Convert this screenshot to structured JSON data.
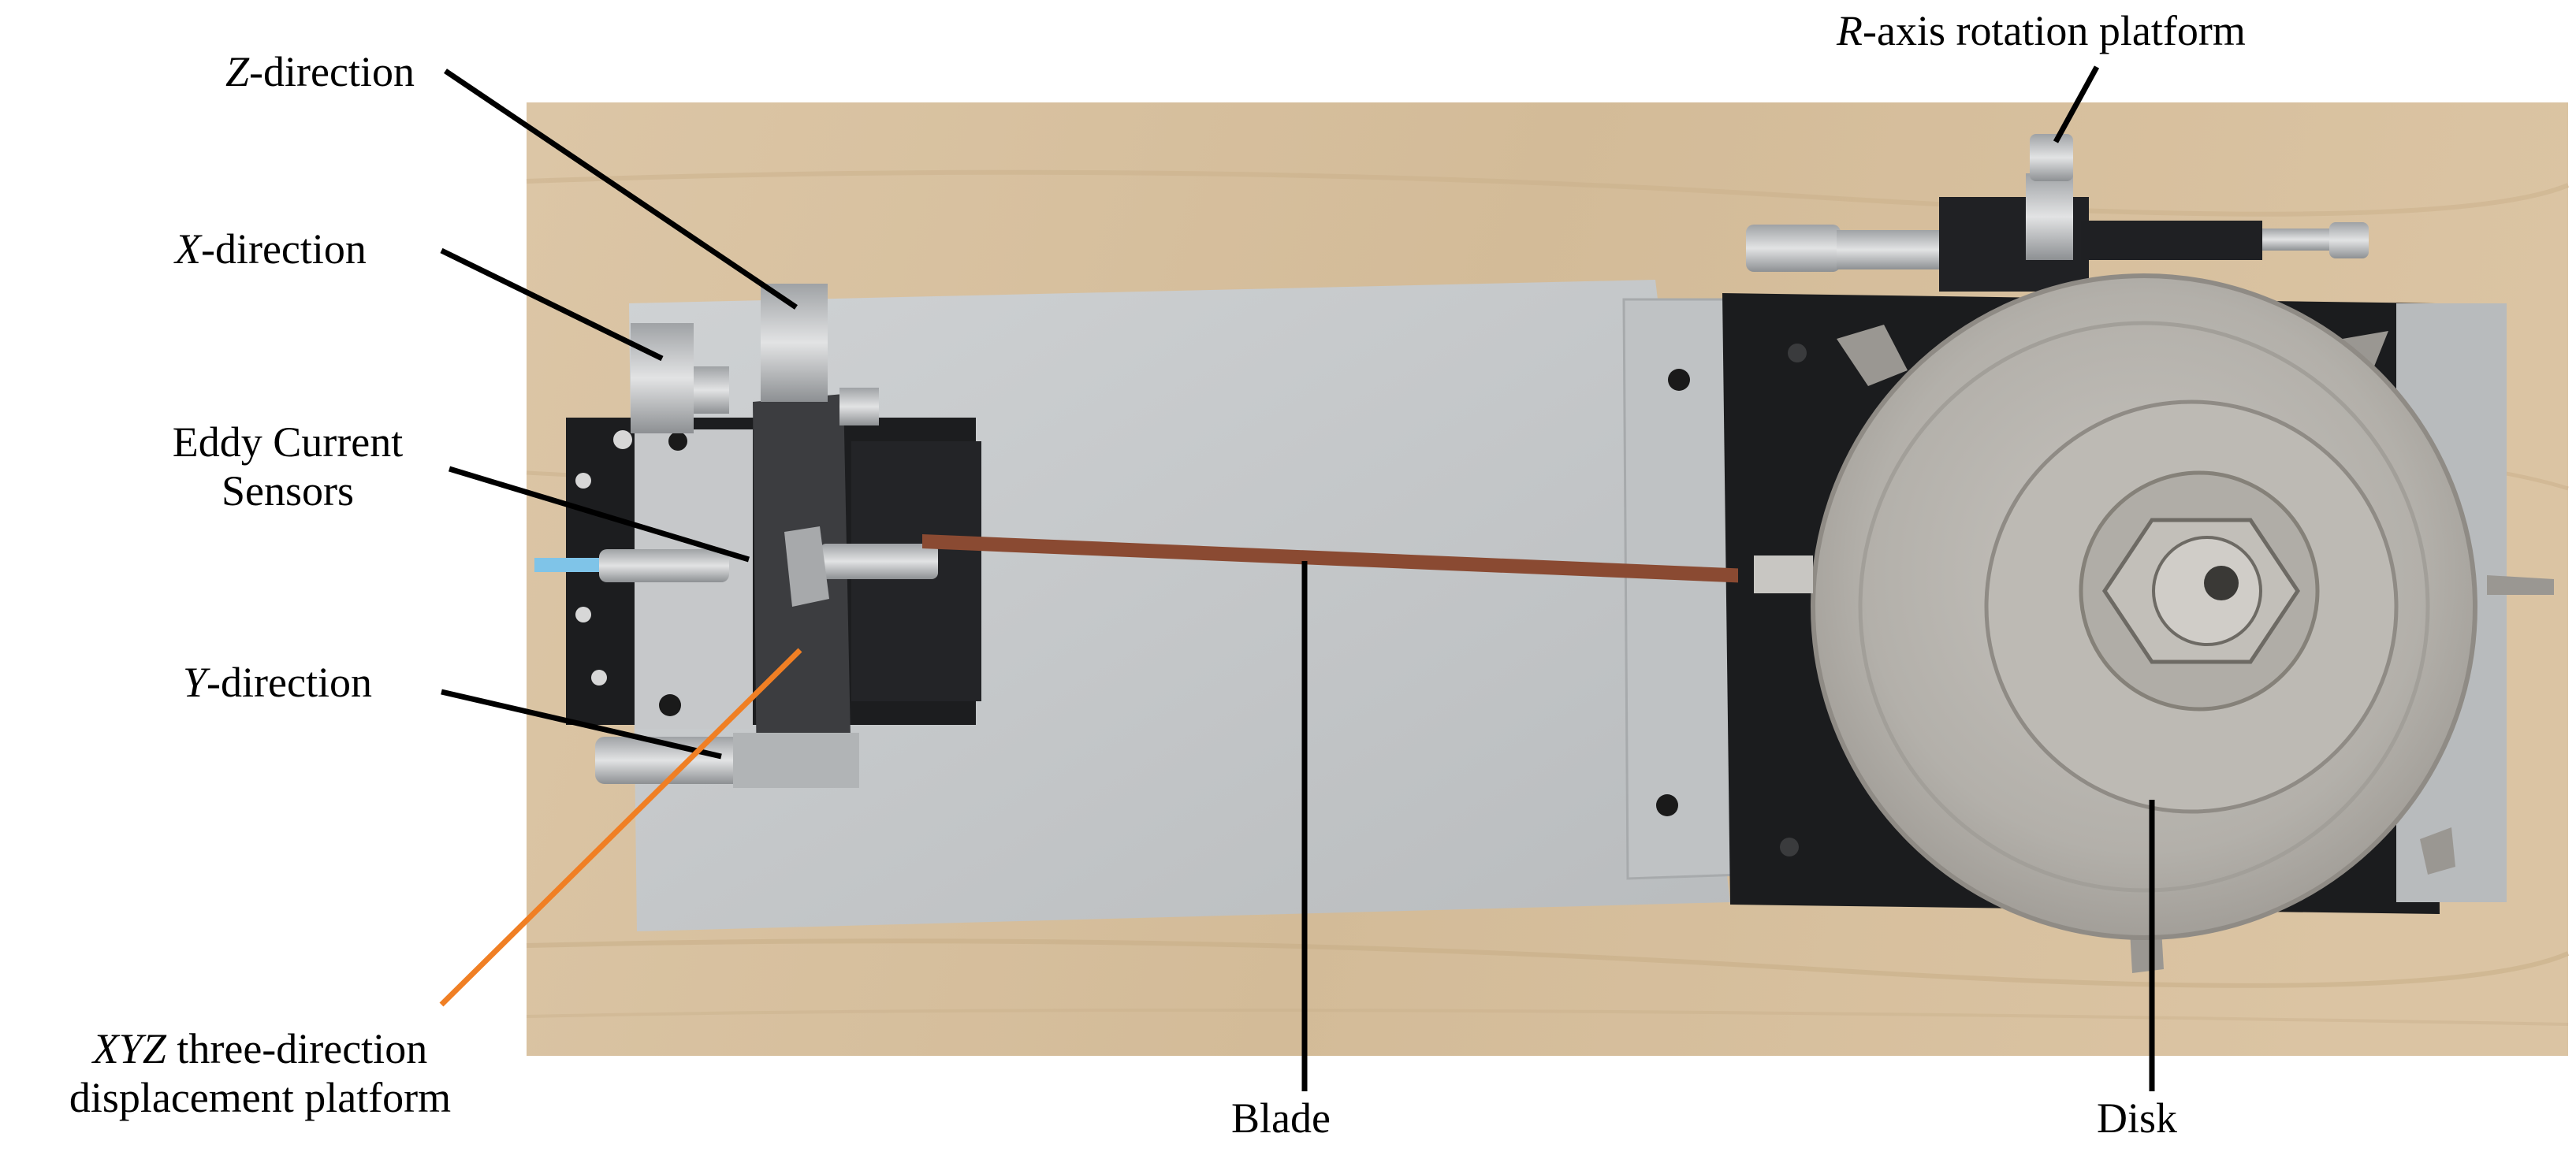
{
  "labels": {
    "z_direction": {
      "italic": "Z",
      "rest": "-direction"
    },
    "x_direction": {
      "italic": "X",
      "rest": "-direction"
    },
    "eddy_line1": "Eddy Current",
    "eddy_line2": "Sensors",
    "y_direction": {
      "italic": "Y",
      "rest": "-direction"
    },
    "xyz_line1": {
      "italic": "XYZ",
      "rest": " three-direction"
    },
    "xyz_line2": "displacement platform",
    "r_axis": {
      "italic": "R",
      "rest": "-axis rotation platform"
    },
    "blade": "Blade",
    "disk": "Disk"
  },
  "colors": {
    "background": "#ffffff",
    "wood": "#d9c3a3",
    "aluminum_plate": "#c8cbcd",
    "leader_line": "#000000",
    "leader_line_xyz": "#f07f24",
    "blade": "#8a4a32",
    "stage_black": "#1b1c1e",
    "disk_metal": "#b9b6b1"
  }
}
